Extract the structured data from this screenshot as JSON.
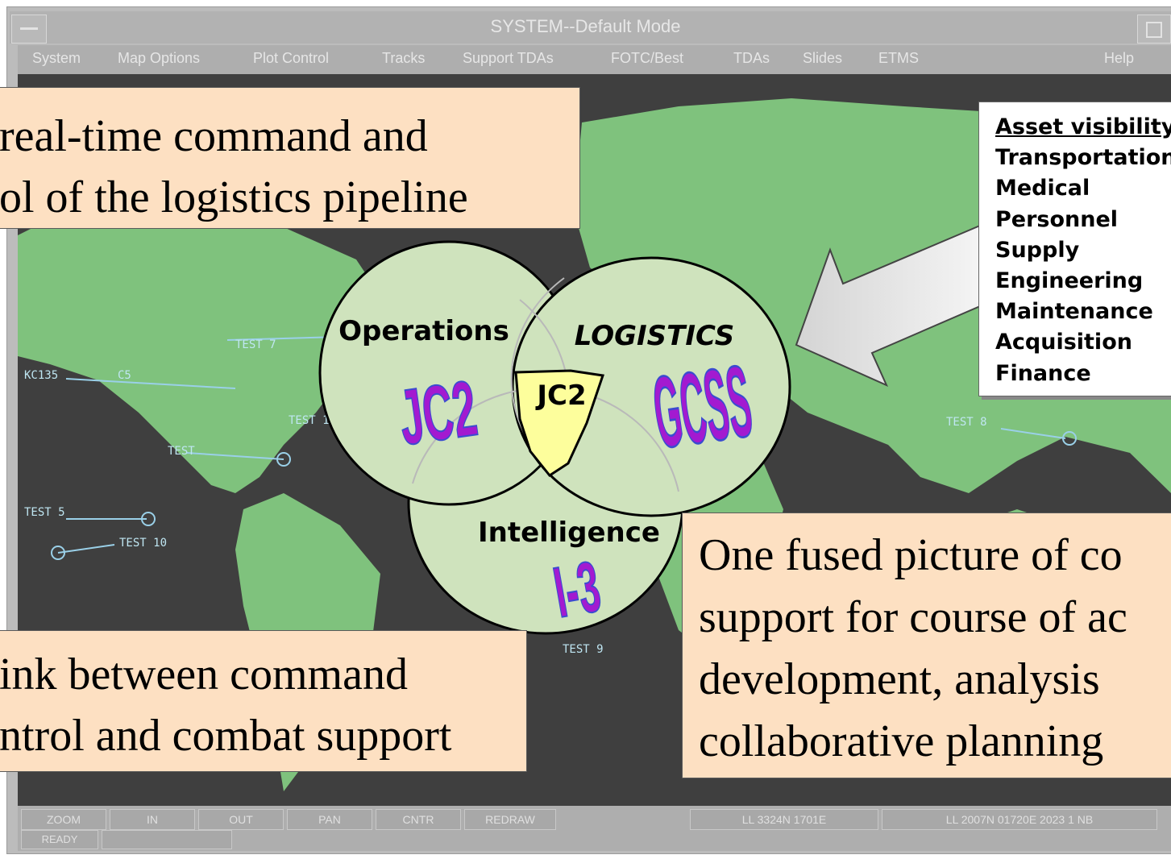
{
  "window": {
    "title": "SYSTEM--Default Mode",
    "menu": [
      "System",
      "Map Options",
      "Plot Control",
      "Tracks",
      "Support TDAs",
      "FOTC/Best",
      "TDAs",
      "Slides",
      "ETMS"
    ],
    "help": "Help"
  },
  "map": {
    "track_labels": [
      "KC135",
      "C5",
      "TEST 1",
      "TEST",
      "TEST 5",
      "TEST 10",
      "TEST 8",
      "TEST 9",
      "TEST 7"
    ]
  },
  "statusbar": {
    "buttons": [
      "ZOOM",
      "IN",
      "OUT",
      "PAN",
      "CNTR",
      "REDRAW"
    ],
    "bottom_left": "READY",
    "coords": [
      "LL 3324N 1701E",
      "LL 2007N 01720E 2023 1 NB"
    ]
  },
  "callouts": {
    "top_left": [
      "real-time command and",
      "ol of the logistics pipeline"
    ],
    "bottom_left": [
      "ink between command",
      "ntrol and combat support"
    ],
    "bottom_right": [
      "One fused picture of co",
      "support for course of ac",
      "development, analysis",
      "collaborative planning"
    ]
  },
  "domains_box": {
    "header": "Asset visibility",
    "items": [
      "Transportation",
      "Medical",
      "Personnel",
      "Supply",
      "Engineering",
      "Maintenance",
      "Acquisition",
      "Finance"
    ]
  },
  "venn": {
    "operations": "Operations",
    "logistics": "LOGISTICS",
    "intelligence": "Intelligence",
    "center": "JC2",
    "ops_system": "JC2",
    "log_system": "GCSS",
    "intel_system": "I-3",
    "colors": {
      "circle": "#cfe3bd",
      "center": "#fdfe9c",
      "system_text": "#a31ad0"
    }
  }
}
